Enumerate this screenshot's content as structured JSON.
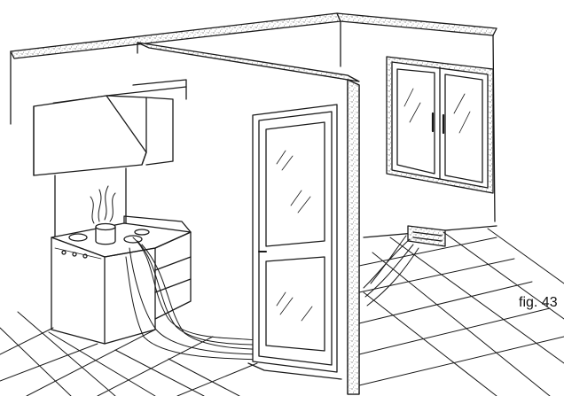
{
  "figure": {
    "label": "fig. 43"
  },
  "colors": {
    "line": "#1a1a1a",
    "speckle": "#555555",
    "background": "#ffffff"
  },
  "content": {
    "scene": "kitchen-ventilation-diagram",
    "elements": [
      "range-hood",
      "cooking-range",
      "pot",
      "door",
      "window",
      "floor-vent",
      "air-flow-lines",
      "tiled-floor"
    ]
  }
}
